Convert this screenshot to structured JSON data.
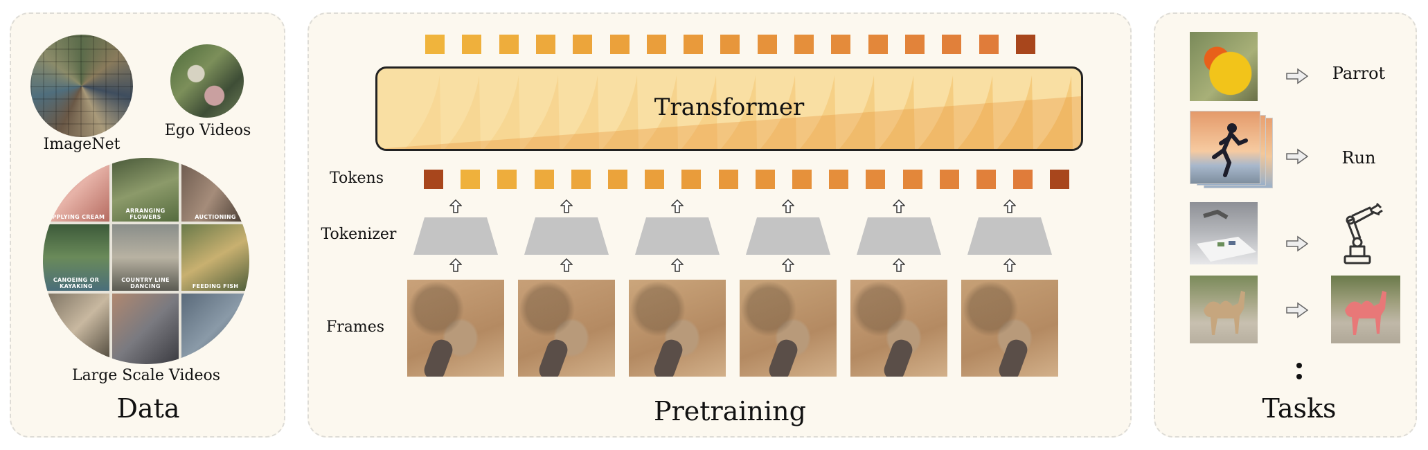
{
  "data_panel": {
    "title": "Data",
    "imagenet_label": "ImageNet",
    "ego_label": "Ego Videos",
    "large_label": "Large Scale Videos",
    "video_tiles": [
      "APPLYING CREAM",
      "ARRANGING FLOWERS",
      "AUCTIONING",
      "CANOEING OR KAYAKING",
      "COUNTRY LINE DANCING",
      "FEEDING FISH",
      "",
      "",
      ""
    ]
  },
  "pretraining_panel": {
    "title": "Pretraining",
    "transformer_label": "Transformer",
    "tokens_label": "Tokens",
    "tokenizer_label": "Tokenizer",
    "frames_label": "Frames"
  },
  "tasks_panel": {
    "title": "Tasks",
    "tasks": [
      "Parrot",
      "Run"
    ],
    "more_icon": "vertical-dots-icon"
  },
  "colors": {
    "panel_bg": "#fcf8ef",
    "token_light": "#f0b43c",
    "token_dark": "#a8461c",
    "tokenizer_gray": "#c4c4c4"
  }
}
